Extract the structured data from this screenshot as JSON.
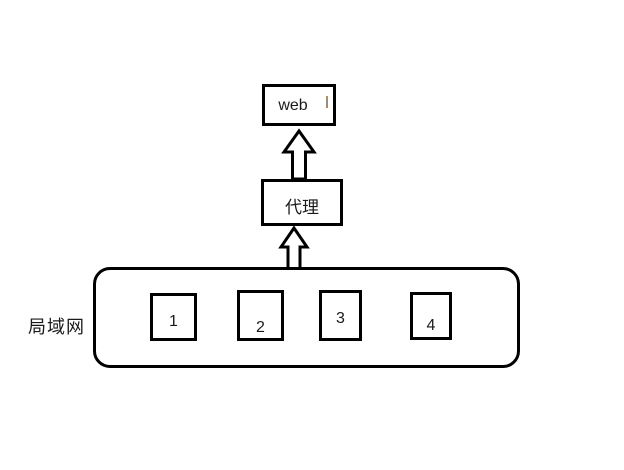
{
  "diagram": {
    "web_node": {
      "label": "web"
    },
    "proxy_node": {
      "label": "代理"
    },
    "lan": {
      "label": "局域网",
      "clients": [
        {
          "label": "1"
        },
        {
          "label": "2"
        },
        {
          "label": "3"
        },
        {
          "label": "4"
        }
      ]
    },
    "connections": [
      {
        "from": "proxy_node",
        "to": "web_node",
        "type": "block-arrow-up"
      },
      {
        "from": "lan",
        "to": "proxy_node",
        "type": "block-arrow-up"
      }
    ],
    "icons": {
      "text_caret": "text-cursor-caret"
    },
    "colors": {
      "line": "#000000",
      "background": "#ffffff",
      "caret_accent": "#c8803f"
    }
  }
}
